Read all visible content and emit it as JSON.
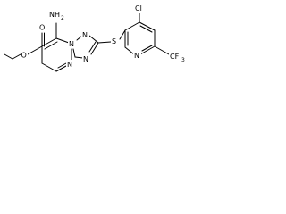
{
  "molecule": {
    "atoms": {
      "nh2": "NH",
      "nh2_subscript": "2",
      "ring_n_1": "N",
      "ring_n_2": "N",
      "ring_n_3": "N",
      "ring_n_4": "N",
      "pyridine_n": "N",
      "sulfur": "S",
      "chlorine": "Cl",
      "carbonyl_o": "O",
      "ester_o": "O",
      "cf3": "CF",
      "cf3_subscript": "3"
    }
  }
}
